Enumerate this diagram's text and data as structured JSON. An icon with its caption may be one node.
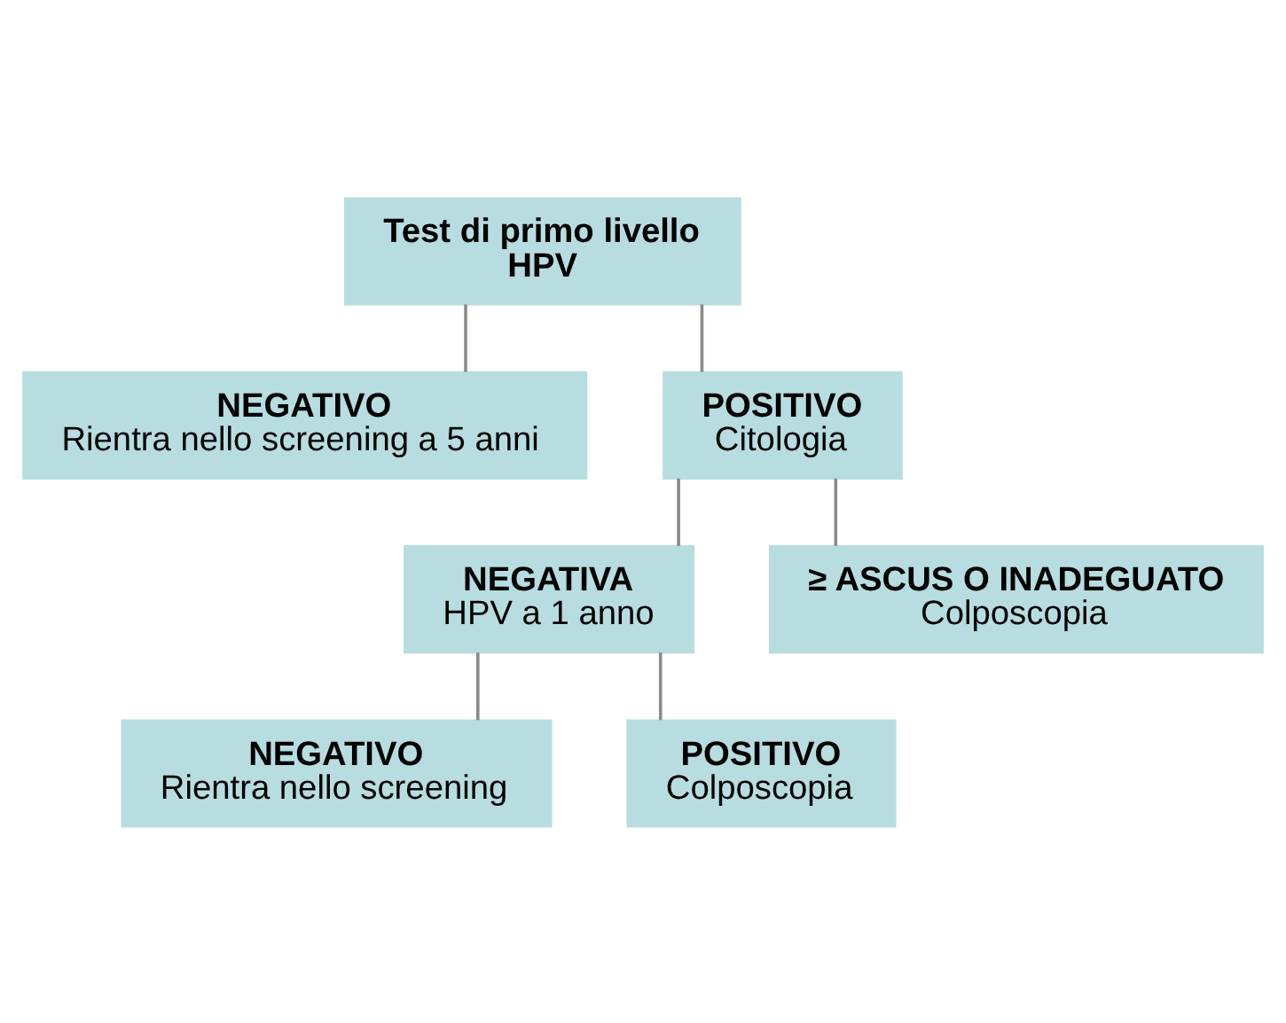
{
  "diagram": {
    "nodes": [
      {
        "text": [
          "Test di primo livello",
          "HPV"
        ]
      },
      {
        "text": [
          "NEGATIVO",
          "Rientra nello screening a 5 anni"
        ]
      },
      {
        "text": [
          "POSITIVO",
          "Citologia"
        ]
      },
      {
        "text": [
          "NEGATIVA",
          "HPV a 1 anno"
        ]
      },
      {
        "text": [
          "≥ ASCUS O INADEGUATO",
          "Colposcopia"
        ]
      },
      {
        "text": [
          "NEGATIVO",
          "Rientra nello screening"
        ]
      },
      {
        "text": [
          "POSITIVO",
          "Colposcopia"
        ]
      }
    ],
    "edges": [
      {
        "from": 0,
        "to": 1,
        "arrow": "none"
      },
      {
        "from": 0,
        "to": 2,
        "arrow": "none"
      },
      {
        "from": 2,
        "to": 3,
        "arrow": "none"
      },
      {
        "from": 2,
        "to": 4,
        "arrow": "none"
      },
      {
        "from": 3,
        "to": 5,
        "arrow": "none"
      },
      {
        "from": 3,
        "to": 6,
        "arrow": "none"
      }
    ]
  }
}
